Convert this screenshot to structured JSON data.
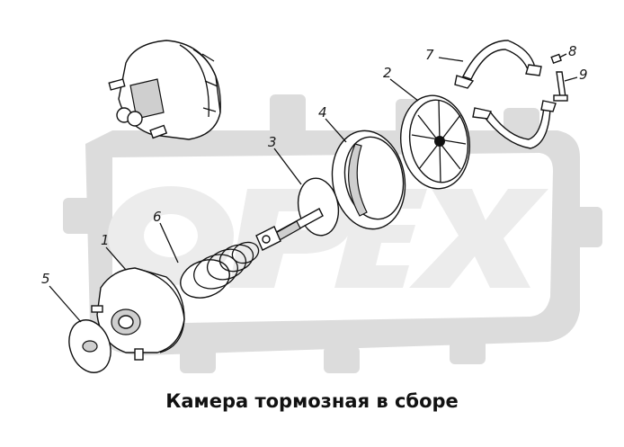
{
  "caption": "Камера тормозная в сборе",
  "watermark": {
    "text": "OPEX",
    "gear_color": "#d9d9d9",
    "letter_color": "#ececec"
  },
  "callouts": {
    "c1": "1",
    "c2": "2",
    "c3": "3",
    "c4": "4",
    "c5": "5",
    "c6": "6",
    "c7": "7",
    "c8": "8",
    "c9": "9"
  }
}
